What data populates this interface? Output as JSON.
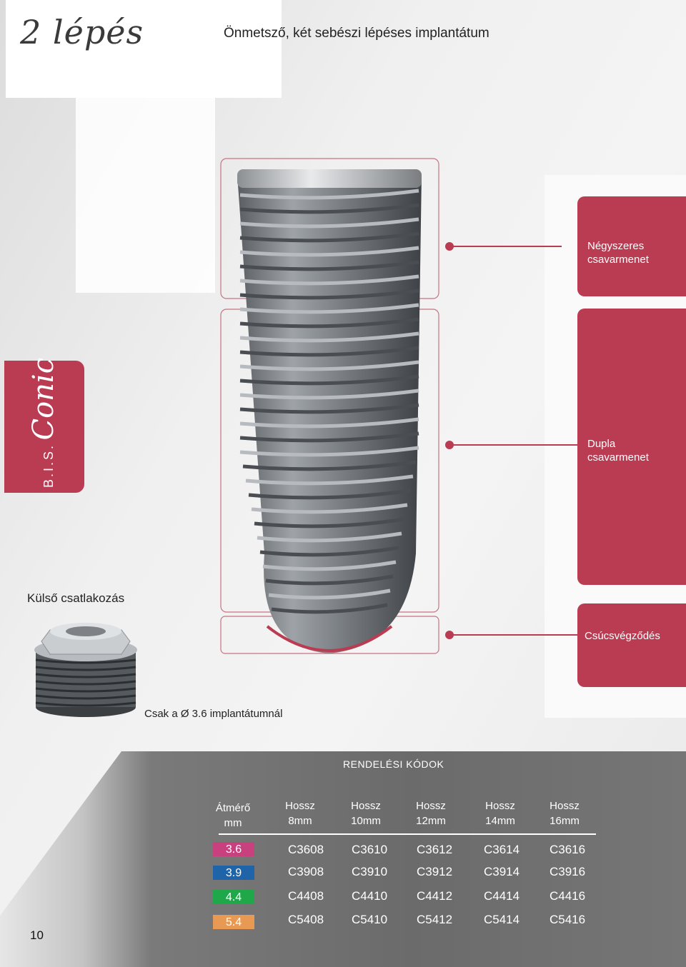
{
  "header": {
    "step": "2 lépés",
    "title": "Önmetsző, két sebészi lépéses implantátum"
  },
  "brand": {
    "line1": "B.I.S.",
    "line2": "Conic",
    "color": "#b93c52"
  },
  "callouts": [
    {
      "line1": "Négyszeres",
      "line2": "csavarmenet"
    },
    {
      "line1": "Dupla",
      "line2": "csavarmenet"
    },
    {
      "line1": "Csúcsvégződés",
      "line2": ""
    }
  ],
  "labels": {
    "external": "Külső csatlakozás",
    "only_for": "Csak a Ø 3.6 implantátumnál"
  },
  "table": {
    "title": "RENDELÉSI KÓDOK",
    "diameter_header": [
      "Átmérő",
      "mm"
    ],
    "length_headers": [
      [
        "Hossz",
        "8mm"
      ],
      [
        "Hossz",
        "10mm"
      ],
      [
        "Hossz",
        "12mm"
      ],
      [
        "Hossz",
        "14mm"
      ],
      [
        "Hossz",
        "16mm"
      ]
    ],
    "rows": [
      {
        "diameter": "3.6",
        "color": "#c8407e",
        "codes": [
          "C3608",
          "C3610",
          "C3612",
          "C3614",
          "C3616"
        ]
      },
      {
        "diameter": "3.9",
        "color": "#1f64a8",
        "codes": [
          "C3908",
          "C3910",
          "C3912",
          "C3914",
          "C3916"
        ]
      },
      {
        "diameter": "4.4",
        "color": "#1ea84a",
        "codes": [
          "C4408",
          "C4410",
          "C4412",
          "C4414",
          "C4416"
        ]
      },
      {
        "diameter": "5.4",
        "color": "#e89a55",
        "codes": [
          "C5408",
          "C5410",
          "C5412",
          "C5414",
          "C5416"
        ]
      }
    ]
  },
  "page_number": "10"
}
